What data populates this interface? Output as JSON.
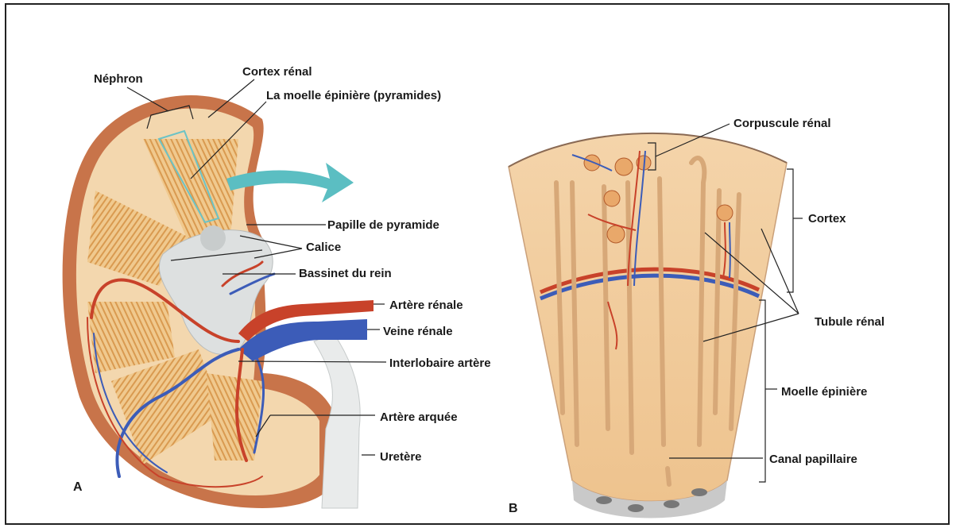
{
  "panel_a": {
    "letter": "A",
    "labels": {
      "nephron": "Néphron",
      "cortex": "Cortex rénal",
      "medulla": "La moelle épinière (pyramides)",
      "papilla": "Papille de pyramide",
      "calyx": "Calice",
      "pelvis": "Bassinet du rein",
      "renal_artery": "Artère rénale",
      "renal_vein": "Veine rénale",
      "interlobar": "Interlobaire artère",
      "arcuate": "Artère arquée",
      "ureter": "Uretère"
    }
  },
  "panel_b": {
    "letter": "B",
    "labels": {
      "corpuscle": "Corpuscule rénal",
      "cortex": "Cortex",
      "tubule": "Tubule rénal",
      "medulla": "Moelle épinière",
      "papillary_duct": "Canal papillaire"
    }
  },
  "colors": {
    "kidney_capsule": "#c8744a",
    "cortex": "#f4d9b4",
    "medulla_stripes": "#e0a45a",
    "artery": "#c8422a",
    "vein": "#3c5cb8",
    "pelvis": "#dfe1e1",
    "arrow": "#5bbec2"
  }
}
